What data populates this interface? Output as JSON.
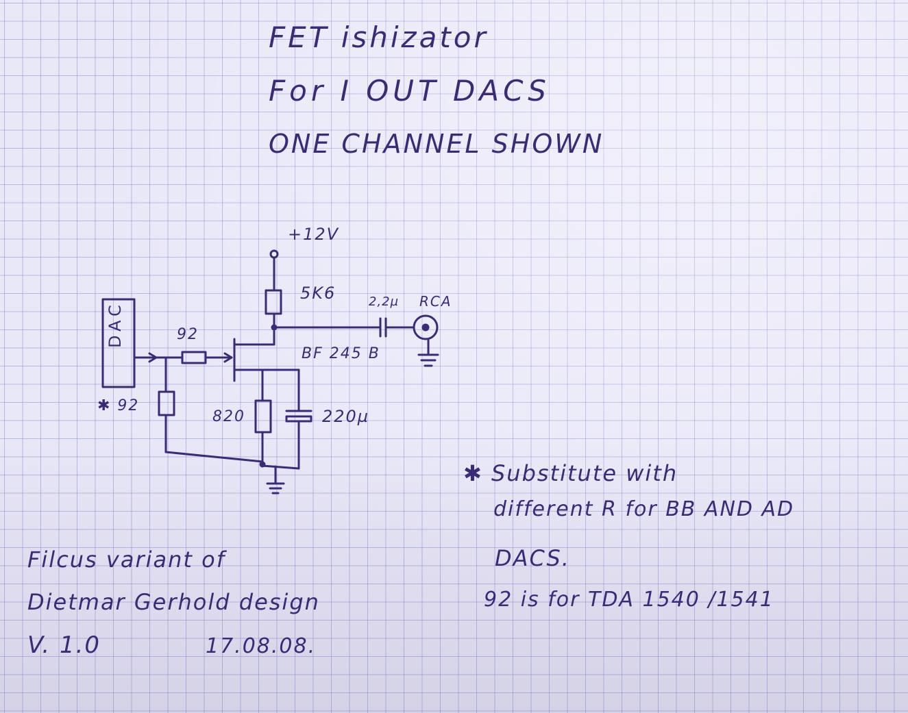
{
  "title": {
    "line1": "FET ishizator",
    "line2": "For I OUT DACS",
    "line3": "ONE CHANNEL SHOWN"
  },
  "schematic": {
    "supply": "+12V",
    "drain_resistor": "5K6",
    "output_cap": "2,2µ",
    "output_connector": "RCA",
    "gate_resistor": "92",
    "transistor": "BF 245 B",
    "dac_label": "DAC",
    "shunt_resistor": "✱ 92",
    "source_resistor": "820",
    "source_cap": "220µ"
  },
  "notes": {
    "line1": "✱ Substitute with",
    "line2": "different R for BB AND AD",
    "line3": "DACS.",
    "line4": "92 is for TDA 1540 /1541"
  },
  "credits": {
    "line1": "Filcus variant of",
    "line2": "Dietmar Gerhold design",
    "version": "V. 1.0",
    "date": "17.08.08."
  },
  "colors": {
    "ink": "#3a2a78",
    "paper": "#e9e8f7",
    "grid": "#787dcd"
  }
}
